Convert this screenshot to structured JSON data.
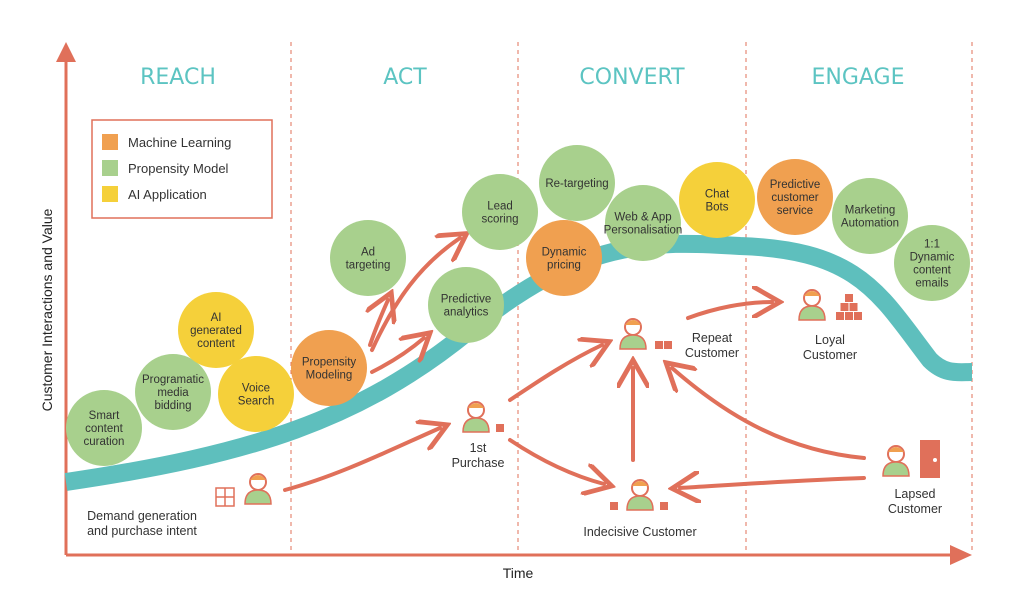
{
  "axes": {
    "y_label": "Customer Interactions and Value",
    "x_label": "Time"
  },
  "phases": [
    "REACH",
    "ACT",
    "CONVERT",
    "ENGAGE"
  ],
  "legend": [
    {
      "label": "Machine Learning",
      "color": "#f0a050"
    },
    {
      "label": "Propensity Model",
      "color": "#a8d08d"
    },
    {
      "label": "AI Application",
      "color": "#f5d03a"
    }
  ],
  "bubbles": [
    {
      "id": "smart-content-curation",
      "lines": [
        "Smart",
        "content",
        "curation"
      ],
      "kind": "propensity"
    },
    {
      "id": "programatic-media-bidding",
      "lines": [
        "Programatic",
        "media",
        "bidding"
      ],
      "kind": "propensity"
    },
    {
      "id": "ai-generated-content",
      "lines": [
        "AI",
        "generated",
        "content"
      ],
      "kind": "ai"
    },
    {
      "id": "voice-search",
      "lines": [
        "Voice",
        "Search"
      ],
      "kind": "ai"
    },
    {
      "id": "propensity-modeling",
      "lines": [
        "Propensity",
        "Modeling"
      ],
      "kind": "ml"
    },
    {
      "id": "ad-targeting",
      "lines": [
        "Ad",
        "targeting"
      ],
      "kind": "propensity"
    },
    {
      "id": "predictive-analytics",
      "lines": [
        "Predictive",
        "analytics"
      ],
      "kind": "propensity"
    },
    {
      "id": "lead-scoring",
      "lines": [
        "Lead",
        "scoring"
      ],
      "kind": "propensity"
    },
    {
      "id": "re-targeting",
      "lines": [
        "Re-targeting"
      ],
      "kind": "propensity"
    },
    {
      "id": "dynamic-pricing",
      "lines": [
        "Dynamic",
        "pricing"
      ],
      "kind": "ml"
    },
    {
      "id": "web-app-personalisation",
      "lines": [
        "Web & App",
        "Personalisation"
      ],
      "kind": "propensity"
    },
    {
      "id": "chat-bots",
      "lines": [
        "Chat",
        "Bots"
      ],
      "kind": "ai"
    },
    {
      "id": "predictive-customer-service",
      "lines": [
        "Predictive",
        "customer",
        "service"
      ],
      "kind": "ml"
    },
    {
      "id": "marketing-automation",
      "lines": [
        "Marketing",
        "Automation"
      ],
      "kind": "propensity"
    },
    {
      "id": "dynamic-content-emails",
      "lines": [
        "1:1",
        "Dynamic",
        "content",
        "emails"
      ],
      "kind": "propensity"
    }
  ],
  "customers": [
    {
      "id": "demand",
      "lines": [
        "Demand generation",
        "and purchase intent"
      ]
    },
    {
      "id": "first-purchase",
      "lines": [
        "1st",
        "Purchase"
      ]
    },
    {
      "id": "repeat",
      "lines": [
        "Repeat",
        "Customer"
      ]
    },
    {
      "id": "indecisive",
      "lines": [
        "Indecisive Customer"
      ]
    },
    {
      "id": "loyal",
      "lines": [
        "Loyal",
        "Customer"
      ]
    },
    {
      "id": "lapsed",
      "lines": [
        "Lapsed",
        "Customer"
      ]
    }
  ],
  "colors": {
    "axis": "#e0705a",
    "curve": "#5ebfbd",
    "divider": "#e0705a",
    "arrow": "#e0705a",
    "ml": "#f0a050",
    "propensity": "#a8d08d",
    "ai": "#f5d03a"
  }
}
